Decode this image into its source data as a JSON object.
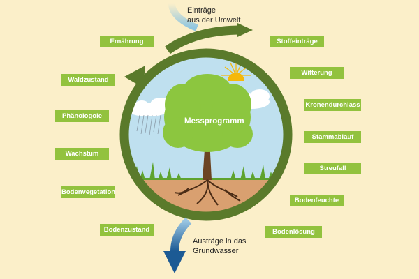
{
  "center_label": "Messprogramm",
  "top_caption": [
    "Einträge",
    "aus der Umwelt"
  ],
  "bottom_caption": [
    "Austräge in das",
    "Grundwasser"
  ],
  "left_labels": [
    "Ernährung",
    "Waldzustand",
    "Phänologoie",
    "Wachstum",
    "Bodenvegetation",
    "Bodenzustand"
  ],
  "right_labels": [
    "Stoffeinträge",
    "Witterung",
    "Kronendurchlass",
    "Stammablauf",
    "Streufall",
    "Bodenfeuchte",
    "Bodenlösung"
  ],
  "colors": {
    "background": "#fbefc9",
    "label_box": "#92c23e",
    "cycle_arrow": "#5a7a2b",
    "sky": "#bfe0ef",
    "soil": "#d9a070",
    "tree_canopy": "#8cc63f",
    "trunk": "#6b4423",
    "sun": "#f5b80a",
    "inflow_arrow": "#8fc6e0",
    "outflow_arrow": "#1c5a94"
  }
}
